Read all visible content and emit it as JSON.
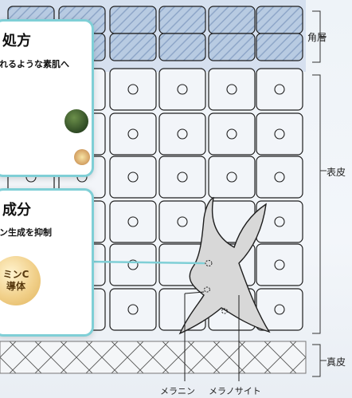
{
  "layers": {
    "stratum_corneum": "角層",
    "epidermis": "表皮",
    "dermis": "真皮"
  },
  "labels": {
    "melanin": "メラニン",
    "melanocyte": "メラノサイト"
  },
  "callout_top": {
    "title": "処方",
    "subtitle": "れるような素肌へ"
  },
  "callout_bottom": {
    "title": "成分",
    "subtitle": "ン生成を抑制",
    "badge_line1": "ミンC",
    "badge_line2": "導体"
  },
  "colors": {
    "callout_border": "#7fcfd6",
    "top_layer": "#9fb6d4",
    "cell_fill": "#f2f5f9",
    "cell_stroke": "#1e1e1e",
    "melanocyte_fill": "#d6d6d6"
  }
}
